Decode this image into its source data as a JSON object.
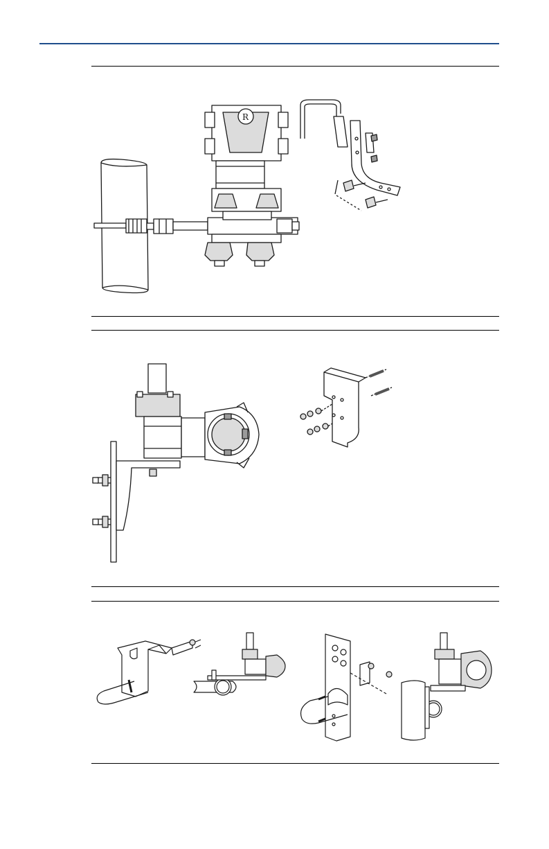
{
  "document": {
    "header_rule_color": "#1f4e8c",
    "rule_color": "#000000",
    "line_color": "#1a1a1a",
    "shade_color": "#dcdcdc",
    "dark_shade_color": "#9a9a9a",
    "emblem_text": "R"
  },
  "figures": [
    {
      "id": "pipe-mount-inline",
      "icons": [
        "pipe-icon",
        "transmitter-icon",
        "u-bolt-icon",
        "bracket-icon",
        "bolt-icon"
      ]
    },
    {
      "id": "panel-mount",
      "icons": [
        "panel-icon",
        "transmitter-icon",
        "bracket-icon",
        "bolt-icon",
        "nut-icon"
      ]
    },
    {
      "id": "pipe-mount-coplanar",
      "icons": [
        "u-bolt-icon",
        "bracket-icon",
        "pipe-icon",
        "transmitter-icon"
      ]
    }
  ]
}
